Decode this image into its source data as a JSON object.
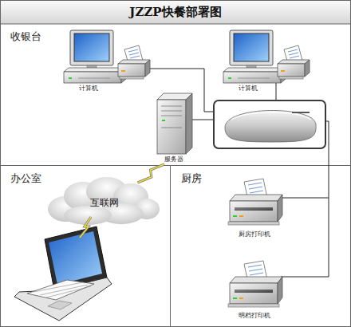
{
  "diagram": {
    "title": "JZZP快餐部署图",
    "nodes": [
      {
        "text": [
          "收银台"
        ]
      },
      {
        "text": [
          "计算机"
        ],
        "in": 0
      },
      {
        "text": [
          "计算机"
        ],
        "in": 0
      },
      {
        "text": [
          "服务器"
        ],
        "in": 0
      },
      {
        "text": [
          "办公室"
        ]
      },
      {
        "text": [
          "互联网"
        ],
        "in": 4
      },
      {
        "text": [
          "厨房"
        ]
      },
      {
        "text": [
          "厨房打印机"
        ],
        "in": 6
      },
      {
        "text": [
          "明档打印机"
        ],
        "in": 6
      }
    ],
    "edges": [
      {
        "from": 3,
        "to": 5,
        "arrow": "none"
      }
    ]
  }
}
